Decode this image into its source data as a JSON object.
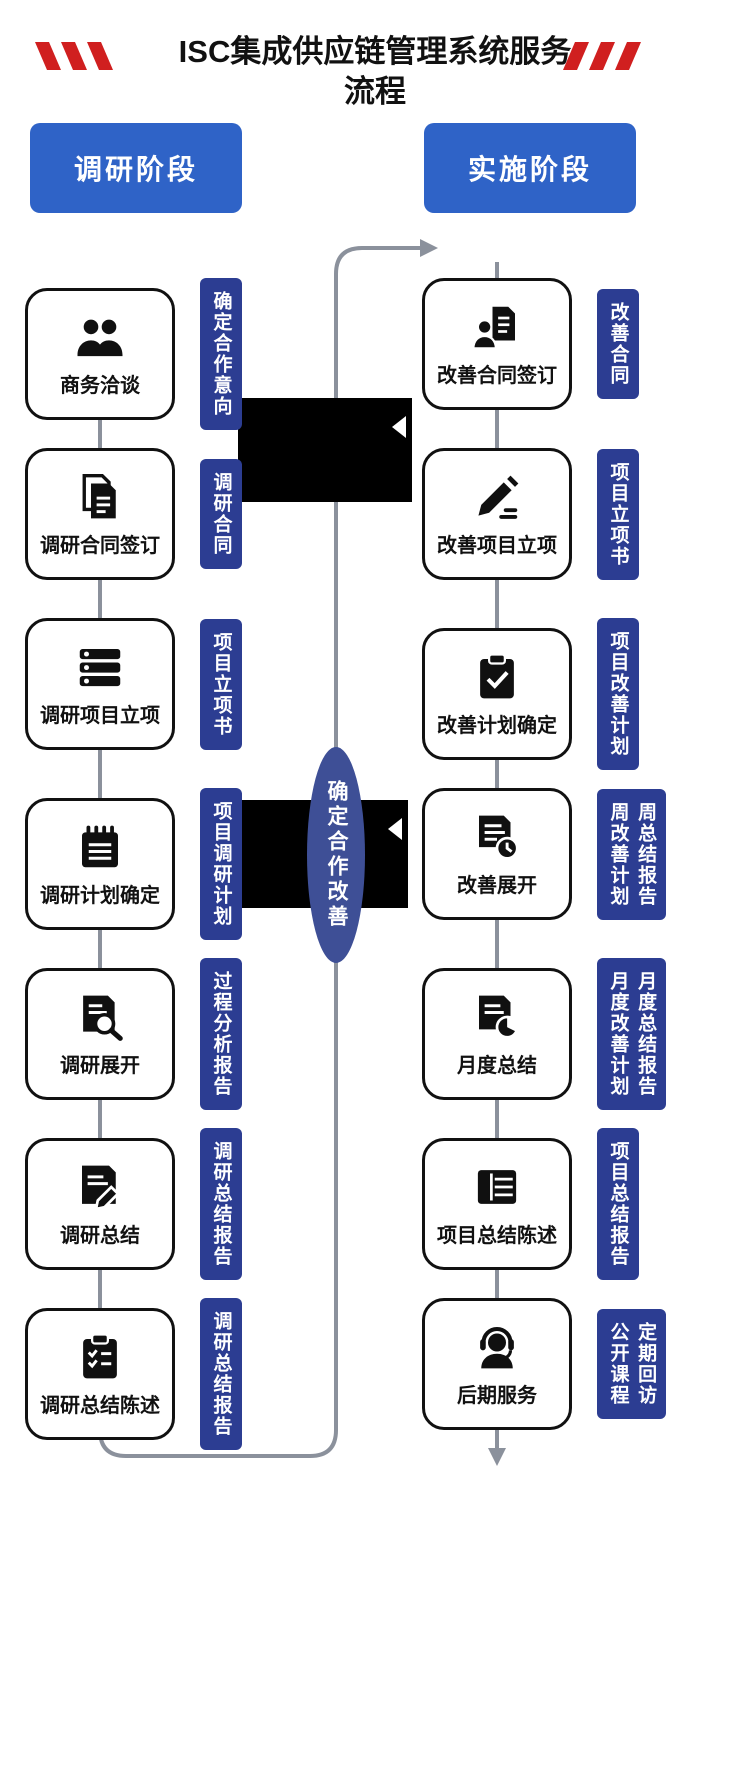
{
  "title": {
    "text": "ISC集成供应链管理系统服务\n流程"
  },
  "phases": {
    "left": {
      "label": "调研阶段"
    },
    "right": {
      "label": "实施阶段"
    }
  },
  "center": {
    "label": "确定合作改善"
  },
  "left_steps": [
    {
      "label": "商务洽谈",
      "tag": "确定合作意向",
      "icon": "people-icon"
    },
    {
      "label": "调研合同签订",
      "tag": "调研合同",
      "icon": "documents-icon"
    },
    {
      "label": "调研项目立项",
      "tag": "项目立项书",
      "icon": "list-icon"
    },
    {
      "label": "调研计划确定",
      "tag": "项目调研计划",
      "icon": "notepad-icon"
    },
    {
      "label": "调研展开",
      "tag": "过程分析报告",
      "icon": "document-search-icon"
    },
    {
      "label": "调研总结",
      "tag": "调研总结报告",
      "icon": "document-pencil-icon"
    },
    {
      "label": "调研总结陈述",
      "tag": "调研总结报告",
      "icon": "clipboard-list-icon"
    }
  ],
  "right_steps": [
    {
      "label": "改善合同签订",
      "tag": "改善合同",
      "icon": "person-document-icon"
    },
    {
      "label": "改善项目立项",
      "tag": "项目立项书",
      "icon": "pencil-lines-icon"
    },
    {
      "label": "改善计划确定",
      "tag": "项目改善计划",
      "icon": "clipboard-check-icon"
    },
    {
      "label": "改善展开",
      "tag": "周改善计划\n周总结报告",
      "icon": "document-clock-icon"
    },
    {
      "label": "月度总结",
      "tag": "月度改善计划\n月度总结报告",
      "icon": "document-piechart-icon"
    },
    {
      "label": "项目总结陈述",
      "tag": "项目总结报告",
      "icon": "table-icon"
    },
    {
      "label": "后期服务",
      "tag": "公开课程\n定期回访",
      "icon": "headset-icon"
    }
  ],
  "colors": {
    "phase_blue": "#2f63c7",
    "tag_navy": "#2c3d92",
    "ellipse_navy": "#3e4f96",
    "connector_gray": "#8b919c",
    "stripe_red": "#d01f1f",
    "box_border": "#111111",
    "redaction_black": "#000000",
    "background": "#ffffff"
  }
}
